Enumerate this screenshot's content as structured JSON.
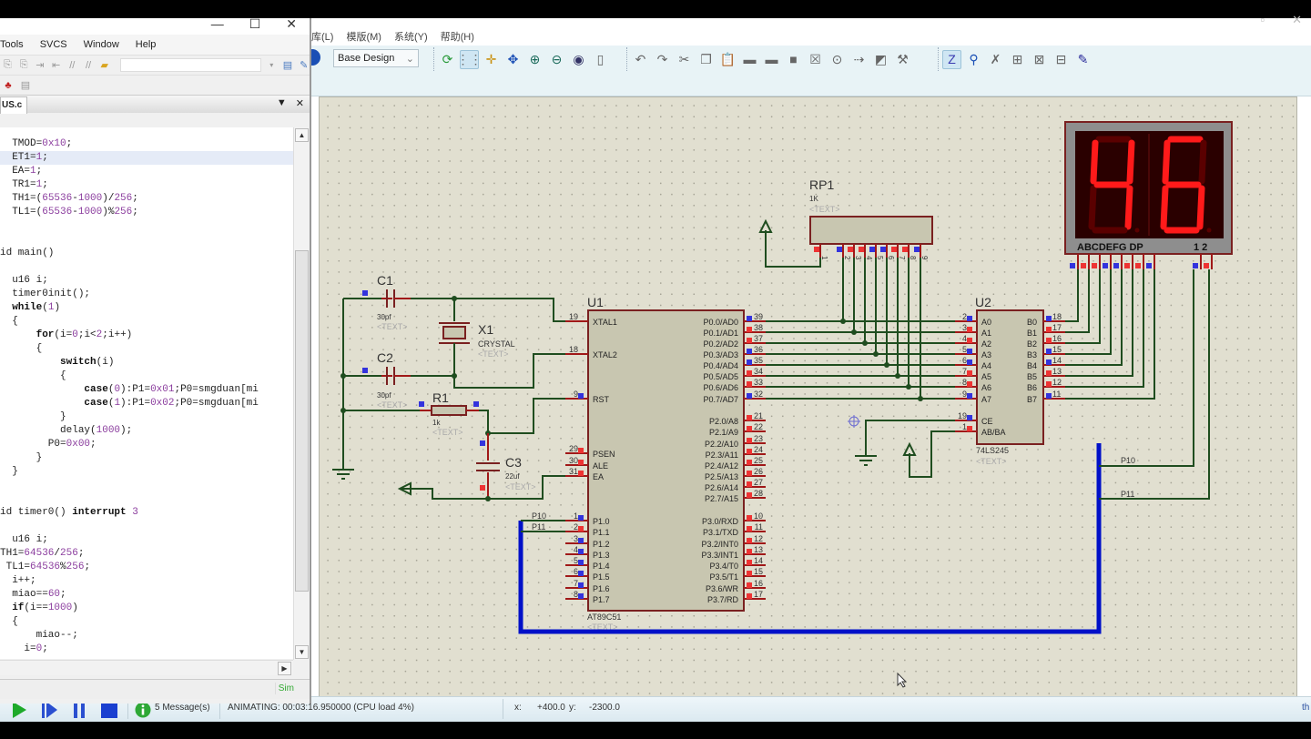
{
  "keil": {
    "window_controls": [
      "—",
      "☐",
      "✕"
    ],
    "menu": [
      "Tools",
      "SVCS",
      "Window",
      "Help"
    ],
    "tab_label": "US.c",
    "code_lines": [
      {
        "text": "  TMOD=0x10;"
      },
      {
        "text": "  ET1=1;",
        "highlight": true
      },
      {
        "text": "  EA=1;"
      },
      {
        "text": "  TR1=1;"
      },
      {
        "text": "  TH1=(65536-1000)/256;"
      },
      {
        "text": "  TL1=(65536-1000)%256;"
      },
      {
        "text": ""
      },
      {
        "text": ""
      },
      {
        "text": "id main()"
      },
      {
        "text": ""
      },
      {
        "text": "  u16 i;"
      },
      {
        "text": "  timer0init();"
      },
      {
        "text": "  while(1)"
      },
      {
        "text": "  {"
      },
      {
        "text": "      for(i=0;i<2;i++)"
      },
      {
        "text": "      {"
      },
      {
        "text": "          switch(i)"
      },
      {
        "text": "          {"
      },
      {
        "text": "              case(0):P1=0x01;P0=smgduan[mi"
      },
      {
        "text": "              case(1):P1=0x02;P0=smgduan[mi"
      },
      {
        "text": "          }"
      },
      {
        "text": "          delay(1000);"
      },
      {
        "text": "        P0=0x00;"
      },
      {
        "text": "      }"
      },
      {
        "text": "  }"
      },
      {
        "text": ""
      },
      {
        "text": ""
      },
      {
        "text": "id timer0() interrupt 3"
      },
      {
        "text": ""
      },
      {
        "text": "  u16 i;"
      },
      {
        "text": "TH1=64536/256;"
      },
      {
        "text": " TL1=64536%256;"
      },
      {
        "text": "  i++;"
      },
      {
        "text": "  miao==60;"
      },
      {
        "text": "  if(i==1000)"
      },
      {
        "text": "  {"
      },
      {
        "text": "      miao--;"
      },
      {
        "text": "    i=0;"
      }
    ],
    "status_mode": "Sim"
  },
  "proteus": {
    "menu": [
      "库(L)",
      "模版(M)",
      "系统(Y)",
      "帮助(H)"
    ],
    "design_select": "Base Design",
    "toolbar_icons": [
      "refresh-icon",
      "grid-icon",
      "origin-icon",
      "pan-icon",
      "zoom-in-icon",
      "zoom-out-icon",
      "zoom-all-icon",
      "zoom-area-icon",
      "undo-icon",
      "redo-icon",
      "cut-icon",
      "copy-icon",
      "paste-icon",
      "block-copy-icon",
      "block-move-icon",
      "block-rotate-icon",
      "block-delete-icon",
      "pick-device-icon",
      "make-device-icon",
      "packaging-icon",
      "decompose-icon",
      "wire-autorouter-icon",
      "search-icon",
      "property-assign-icon",
      "new-sheet-icon",
      "remove-sheet-icon",
      "exit-to-parent-icon",
      "bom-icon"
    ],
    "schematic": {
      "components": {
        "C1": {
          "ref": "C1",
          "value": "30pf",
          "text": "<TEXT>"
        },
        "C2": {
          "ref": "C2",
          "value": "30pf",
          "text": "<TEXT>"
        },
        "C3": {
          "ref": "C3",
          "value": "22uf",
          "text": "<TEXT>"
        },
        "R1": {
          "ref": "R1",
          "value": "1k",
          "text": "<TEXT>"
        },
        "X1": {
          "ref": "X1",
          "value": "CRYSTAL",
          "text": "<TEXT>"
        },
        "RP1": {
          "ref": "RP1",
          "value": "1K",
          "text": "<TEXT>",
          "pins": [
            "1",
            "2",
            "3",
            "4",
            "5",
            "6",
            "7",
            "8",
            "9"
          ]
        },
        "U1": {
          "ref": "U1",
          "part": "AT89C51",
          "text": "<TEXT>",
          "left_pins": [
            {
              "num": "19",
              "name": "XTAL1"
            },
            {
              "num": "18",
              "name": "XTAL2"
            },
            {
              "num": "9",
              "name": "RST"
            },
            {
              "num": "29",
              "name": "PSEN"
            },
            {
              "num": "30",
              "name": "ALE"
            },
            {
              "num": "31",
              "name": "EA"
            },
            {
              "num": "1",
              "name": "P1.0"
            },
            {
              "num": "2",
              "name": "P1.1"
            },
            {
              "num": "3",
              "name": "P1.2"
            },
            {
              "num": "4",
              "name": "P1.3"
            },
            {
              "num": "5",
              "name": "P1.4"
            },
            {
              "num": "6",
              "name": "P1.5"
            },
            {
              "num": "7",
              "name": "P1.6"
            },
            {
              "num": "8",
              "name": "P1.7"
            }
          ],
          "right_pins": [
            {
              "num": "39",
              "name": "P0.0/AD0"
            },
            {
              "num": "38",
              "name": "P0.1/AD1"
            },
            {
              "num": "37",
              "name": "P0.2/AD2"
            },
            {
              "num": "36",
              "name": "P0.3/AD3"
            },
            {
              "num": "35",
              "name": "P0.4/AD4"
            },
            {
              "num": "34",
              "name": "P0.5/AD5"
            },
            {
              "num": "33",
              "name": "P0.6/AD6"
            },
            {
              "num": "32",
              "name": "P0.7/AD7"
            },
            {
              "num": "21",
              "name": "P2.0/A8"
            },
            {
              "num": "22",
              "name": "P2.1/A9"
            },
            {
              "num": "23",
              "name": "P2.2/A10"
            },
            {
              "num": "24",
              "name": "P2.3/A11"
            },
            {
              "num": "25",
              "name": "P2.4/A12"
            },
            {
              "num": "26",
              "name": "P2.5/A13"
            },
            {
              "num": "27",
              "name": "P2.6/A14"
            },
            {
              "num": "28",
              "name": "P2.7/A15"
            },
            {
              "num": "10",
              "name": "P3.0/RXD"
            },
            {
              "num": "11",
              "name": "P3.1/TXD"
            },
            {
              "num": "12",
              "name": "P3.2/INT0"
            },
            {
              "num": "13",
              "name": "P3.3/INT1"
            },
            {
              "num": "14",
              "name": "P3.4/T0"
            },
            {
              "num": "15",
              "name": "P3.5/T1"
            },
            {
              "num": "16",
              "name": "P3.6/WR"
            },
            {
              "num": "17",
              "name": "P3.7/RD"
            }
          ]
        },
        "U2": {
          "ref": "U2",
          "part": "74LS245",
          "text": "<TEXT>",
          "left_pins": [
            {
              "num": "2",
              "name": "A0"
            },
            {
              "num": "3",
              "name": "A1"
            },
            {
              "num": "4",
              "name": "A2"
            },
            {
              "num": "5",
              "name": "A3"
            },
            {
              "num": "6",
              "name": "A4"
            },
            {
              "num": "7",
              "name": "A5"
            },
            {
              "num": "8",
              "name": "A6"
            },
            {
              "num": "9",
              "name": "A7"
            },
            {
              "num": "19",
              "name": "CE"
            },
            {
              "num": "1",
              "name": "AB/BA"
            }
          ],
          "right_pins": [
            {
              "num": "18",
              "name": "B0"
            },
            {
              "num": "17",
              "name": "B1"
            },
            {
              "num": "16",
              "name": "B2"
            },
            {
              "num": "15",
              "name": "B3"
            },
            {
              "num": "14",
              "name": "B4"
            },
            {
              "num": "13",
              "name": "B5"
            },
            {
              "num": "12",
              "name": "B6"
            },
            {
              "num": "11",
              "name": "B7"
            }
          ]
        },
        "display": {
          "digits": "46",
          "segment_label": "ABCDEFG DP",
          "digit_label": "1 2",
          "on_color": "#ff1a1a",
          "off_color": "#5a0000"
        }
      },
      "net_labels": [
        "P10",
        "P11",
        "P10",
        "P11"
      ]
    },
    "status": {
      "messages": "5 Message(s)",
      "animating": "ANIMATING: 00:03:16.950000 (CPU load 4%)",
      "x_label": "x:",
      "x_value": "+400.0",
      "y_label": "y:",
      "y_value": "-2300.0",
      "right_fragment": "th"
    }
  },
  "colors": {
    "wire": "#1f4d1f",
    "pin": "#a01818",
    "body": "#c8c6b0",
    "bus": "#0010c8",
    "pin_low": "#3333dd",
    "pin_high": "#ee3333"
  }
}
